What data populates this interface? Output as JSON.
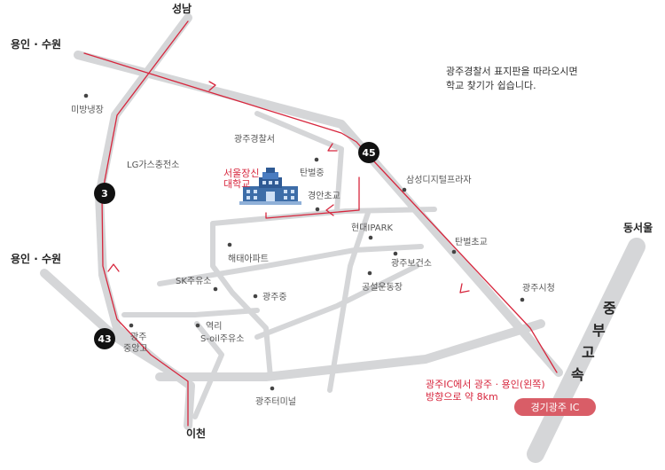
{
  "cities": {
    "top": "성남",
    "left_top": "용인 · 수원",
    "left_mid": "용인 · 수원",
    "bottom": "이천",
    "right": "동서울"
  },
  "notice": {
    "line1": "광주경찰서 표지판을 따라오시면",
    "line2": "학교 찾기가 쉽습니다."
  },
  "highway_badges": {
    "n45": "45",
    "n3": "3",
    "n43": "43"
  },
  "highway_name": [
    "중",
    "부",
    "고",
    "속"
  ],
  "school": {
    "line1": "서울장신",
    "line2": "대학교"
  },
  "landmarks": {
    "mibang": "미방냉장",
    "lggas": "LG가스충전소",
    "police": "광주경찰서",
    "tanbeol_middle": "탄벌중",
    "gyeongan_elem": "경안초교",
    "samsung": "삼성디지털프라자",
    "hyundai": "현대IPARK",
    "tanbeol_elem": "탄벌초교",
    "haetae": "해태아파트",
    "health": "광주보건소",
    "sk": "SK주유소",
    "gwangju_middle": "광주중",
    "stadium": "공설운동장",
    "cityhall": "광주시청",
    "station": "역리",
    "soil": "S-oil주유소",
    "terminal": "광주터미널",
    "gwangju_high_1": "광주",
    "gwangju_high_2": "중앙고"
  },
  "route_note": {
    "line1": "광주IC에서 광주 · 용인(왼쪽)",
    "line2": "방향으로 약 8km"
  },
  "ic_label": "경기광주 IC",
  "colors": {
    "road": "#d5d6d8",
    "route": "#d7263d",
    "badge": "#111111",
    "ic_badge": "#d95d67"
  }
}
